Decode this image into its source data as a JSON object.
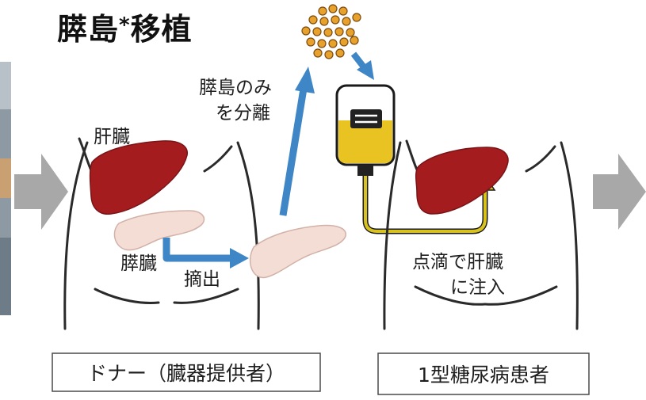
{
  "title": {
    "main": "膵島",
    "mark": "*",
    "rest": "移植"
  },
  "labels": {
    "separate_line1": "膵島のみ",
    "separate_line2": "を分離",
    "liver": "肝臓",
    "pancreas": "膵臓",
    "extract": "摘出",
    "infuse_line1": "点滴で肝臓",
    "infuse_line2": "に注入"
  },
  "boxes": {
    "donor": "ドナー（臓器提供者）",
    "patient": "1型糖尿病患者"
  },
  "colors": {
    "liver": "#a51c1f",
    "pancreas": "#f3ddd4",
    "islet": "#e8a22c",
    "blue_arrow": "#3f86c6",
    "bag_fluid": "#e8c321",
    "tube": "#d8c21e",
    "gray_arrow": "#a8a8a8"
  }
}
